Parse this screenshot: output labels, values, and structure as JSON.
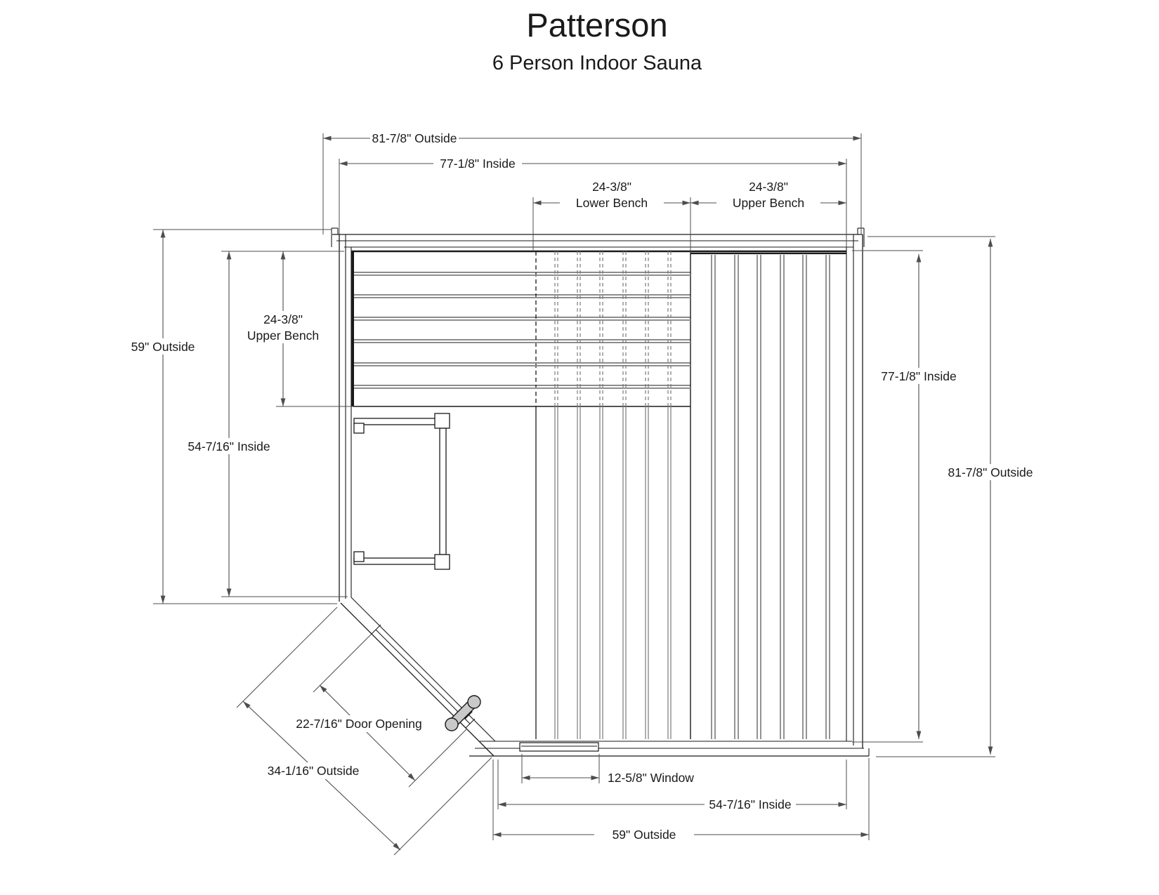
{
  "title": {
    "name": "Patterson",
    "subtitle": "6 Person Indoor Sauna"
  },
  "dims": {
    "top_outside": "81-7/8\" Outside",
    "top_inside": "77-1/8\" Inside",
    "lower_bench_width": "24-3/8\"",
    "lower_bench_label": "Lower Bench",
    "upper_bench_width": "24-3/8\"",
    "upper_bench_label": "Upper Bench",
    "left_outside": "59\" Outside",
    "left_inside": "54-7/16\" Inside",
    "left_bench_width": "24-3/8\"",
    "left_bench_label": "Upper Bench",
    "right_inside": "77-1/8\" Inside",
    "right_outside": "81-7/8\" Outside",
    "door_opening": "22-7/16\" Door Opening",
    "diagonal_outside": "34-1/16\" Outside",
    "window": "12-5/8\" Window",
    "bottom_inside": "54-7/16\" Inside",
    "bottom_outside": "59\" Outside"
  },
  "colors": {
    "line": "#1a1a1a",
    "dimension": "#4d4d4d",
    "slat_gray": "#7a7a7a",
    "handle_fill": "#c9c9c9",
    "background": "#ffffff"
  }
}
